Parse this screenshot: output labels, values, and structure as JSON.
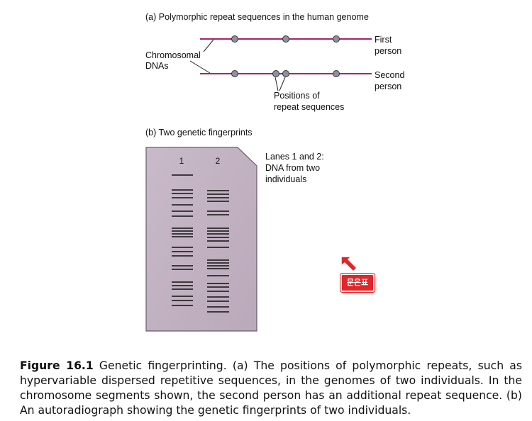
{
  "part_a": {
    "title": "(a) Polymorphic repeat sequences in the human genome",
    "label_chromosomal": "Chromosomal",
    "label_dnas": "DNAs",
    "first_line1": "First",
    "first_line2": "person",
    "second_line1": "Second",
    "second_line2": "person",
    "positions_line1": "Positions of",
    "positions_line2": "repeat sequences"
  },
  "part_b": {
    "title": "(b) Two genetic fingerprints",
    "lane1": "1",
    "lane2": "2",
    "note_line1": "Lanes 1 and 2:",
    "note_line2": "DNA from two",
    "note_line3": "individuals"
  },
  "sticker": {
    "label": "문은표"
  },
  "caption": {
    "figure_label": "Figure 16.1",
    "text": " Genetic fingerprinting. (a) The positions of polymorphic repeats, such as hypervariable dispersed repetitive sequences, in the genomes of two individuals. In the chromosome segments shown, the second person has an additional repeat sequence. (b) An autoradiograph showing the genetic fingerprints of two individuals."
  },
  "colors": {
    "dna_line": "#a8246c",
    "repeat_dot": "#8f8fa3",
    "gel_fill": "#c3b4c3",
    "gel_border": "#6a5a6a",
    "band": "#111111",
    "sticker": "#e0262a"
  }
}
